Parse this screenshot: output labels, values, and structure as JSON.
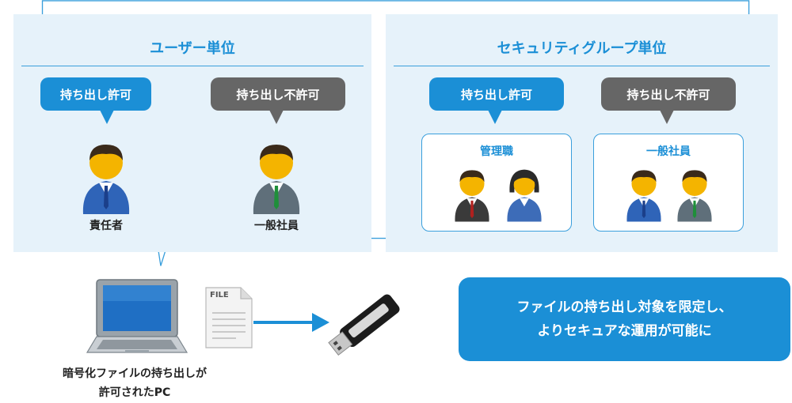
{
  "user_panel": {
    "title": "ユーザー単位",
    "allowed_bubble": "持ち出し許可",
    "denied_bubble": "持ち出し不許可",
    "allowed_person": "責任者",
    "denied_person": "一般社員"
  },
  "group_panel": {
    "title": "セキュリティグループ単位",
    "allowed_bubble": "持ち出し許可",
    "denied_bubble": "持ち出し不許可",
    "allowed_group": "管理職",
    "denied_group": "一般社員"
  },
  "pc": {
    "caption_line1": "暗号化ファイルの持ち出しが",
    "caption_line2": "許可されたPC"
  },
  "file_icon_label": "FILE",
  "summary": {
    "line1": "ファイルの持ち出し対象を限定し、",
    "line2": "よりセキュアな運用が可能に"
  },
  "colors": {
    "accent_blue": "#1b8fd6",
    "panel_bg": "#e6f2fa",
    "denied_gray": "#666666"
  }
}
